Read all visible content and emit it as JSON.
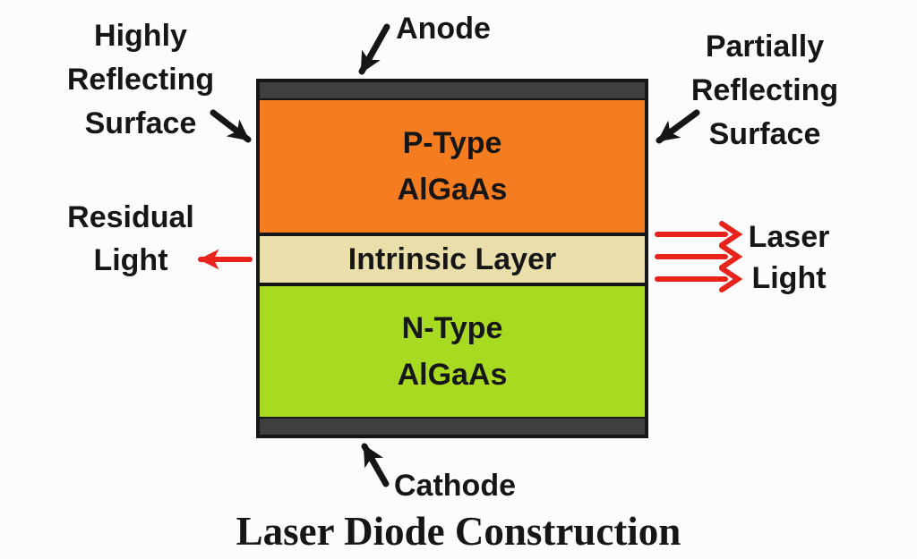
{
  "title": "Laser Diode Construction",
  "colors": {
    "contact": "#3f3f3f",
    "ptype": "#f57d20",
    "intrinsic": "#eadfaa",
    "ntype": "#a8da21",
    "red": "#e8231b",
    "ink": "#161616",
    "bg": "#fcfcfc"
  },
  "layers": {
    "p_type": {
      "line1": "P-Type",
      "line2": "AlGaAs"
    },
    "intrinsic": {
      "label": "Intrinsic Layer"
    },
    "n_type": {
      "line1": "N-Type",
      "line2": "AlGaAs"
    }
  },
  "labels": {
    "highly_reflecting": {
      "line1": "Highly",
      "line2": "Reflecting",
      "line3": "Surface"
    },
    "anode": "Anode",
    "partially_reflecting": {
      "line1": "Partially",
      "line2": "Reflecting",
      "line3": "Surface"
    },
    "residual_light": {
      "line1": "Residual",
      "line2": "Light"
    },
    "laser_light": {
      "line1": "Laser",
      "line2": "Light"
    },
    "cathode": "Cathode"
  }
}
